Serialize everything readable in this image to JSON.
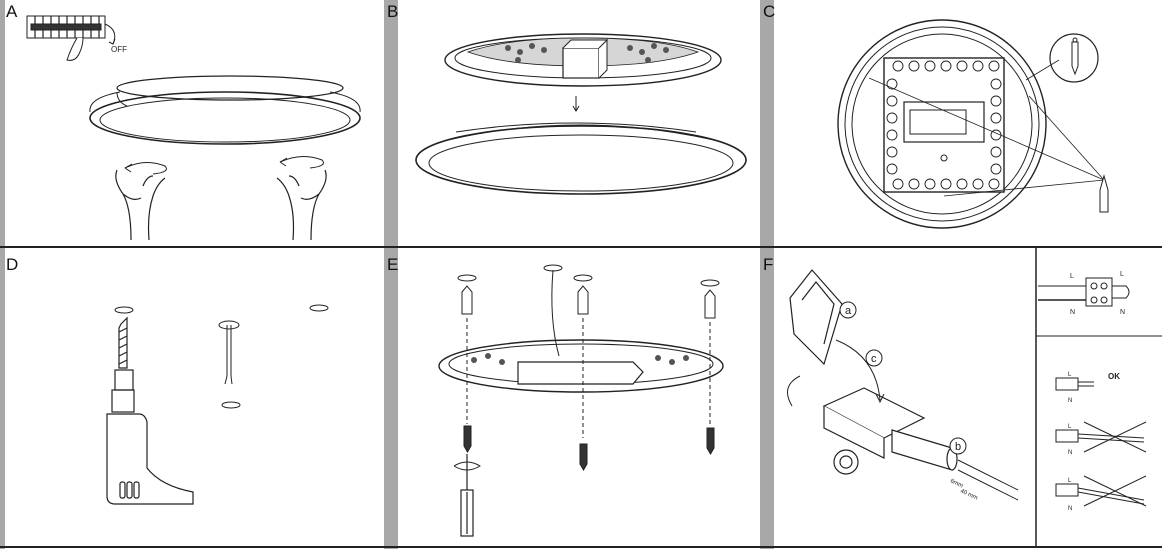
{
  "panels": [
    {
      "id": "A",
      "label": "A",
      "texts": {
        "off": "OFF"
      }
    },
    {
      "id": "B",
      "label": "B"
    },
    {
      "id": "C",
      "label": "C"
    },
    {
      "id": "D",
      "label": "D"
    },
    {
      "id": "E",
      "label": "E"
    },
    {
      "id": "F",
      "label": "F",
      "texts": {
        "a": "a",
        "b": "b",
        "c": "c",
        "L": "L",
        "N": "N",
        "ok": "OK",
        "strip_short": "6mm",
        "strip_long": "40 mm"
      }
    }
  ],
  "colors": {
    "divider": "#a8a8a8",
    "line": "#222222"
  }
}
